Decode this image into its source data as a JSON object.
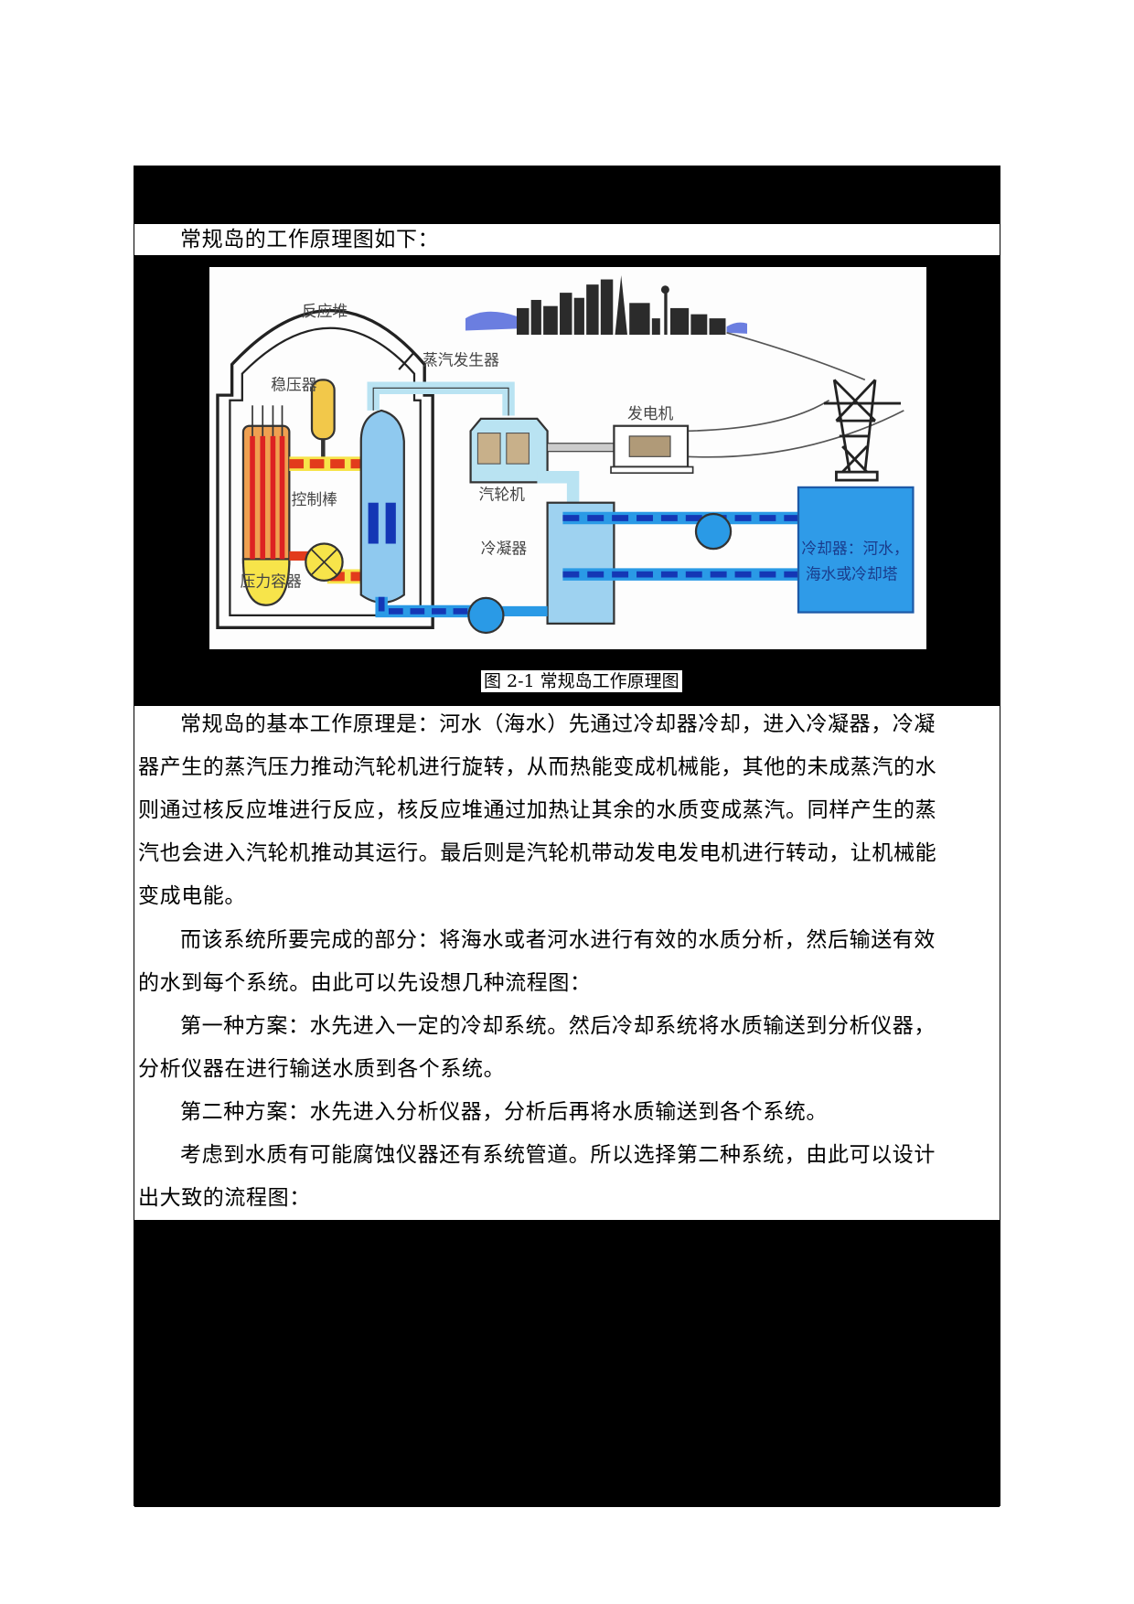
{
  "document": {
    "intro_line": "常规岛的工作原理图如下：",
    "figure": {
      "caption": "图 2-1 常规岛工作原理图",
      "labels": {
        "reactor": "反应堆",
        "pressurizer": "稳压器",
        "steam_generator": "蒸汽发生器",
        "control_rods": "控制棒",
        "pressure_vessel": "压力容器",
        "turbine": "汽轮机",
        "generator": "发电机",
        "condenser": "冷凝器",
        "cooler_line1": "冷却器：河水，",
        "cooler_line2": "海水或冷却塔"
      },
      "colors": {
        "hot_loop": "#e23b1c",
        "hot_fill": "#f7e44a",
        "steam": "#b9e3f2",
        "cold_water": "#2a9ae6",
        "cold_dash": "#1437b5",
        "cooler_box": "#2f9be8",
        "sky": "#6b7ee0"
      }
    },
    "paragraphs": [
      {
        "lines": [
          "常规岛的基本工作原理是：河水（海水）先通过冷却器冷却，进入冷凝器，冷凝",
          "器产生的蒸汽压力推动汽轮机进行旋转，从而热能变成机械能，其他的未成蒸汽的水",
          "则通过核反应堆进行反应，核反应堆通过加热让其余的水质变成蒸汽。同样产生的蒸",
          "汽也会进入汽轮机推动其运行。最后则是汽轮机带动发电发电机进行转动，让机械能",
          "变成电能。"
        ]
      },
      {
        "lines": [
          "而该系统所要完成的部分：将海水或者河水进行有效的水质分析，然后输送有效",
          "的水到每个系统。由此可以先设想几种流程图："
        ]
      },
      {
        "lines": [
          "第一种方案：水先进入一定的冷却系统。然后冷却系统将水质输送到分析仪器，",
          "分析仪器在进行输送水质到各个系统。"
        ]
      },
      {
        "lines": [
          "第二种方案：水先进入分析仪器，分析后再将水质输送到各个系统。"
        ]
      },
      {
        "lines": [
          "考虑到水质有可能腐蚀仪器还有系统管道。所以选择第二种系统，由此可以设计",
          "出大致的流程图："
        ]
      }
    ]
  }
}
